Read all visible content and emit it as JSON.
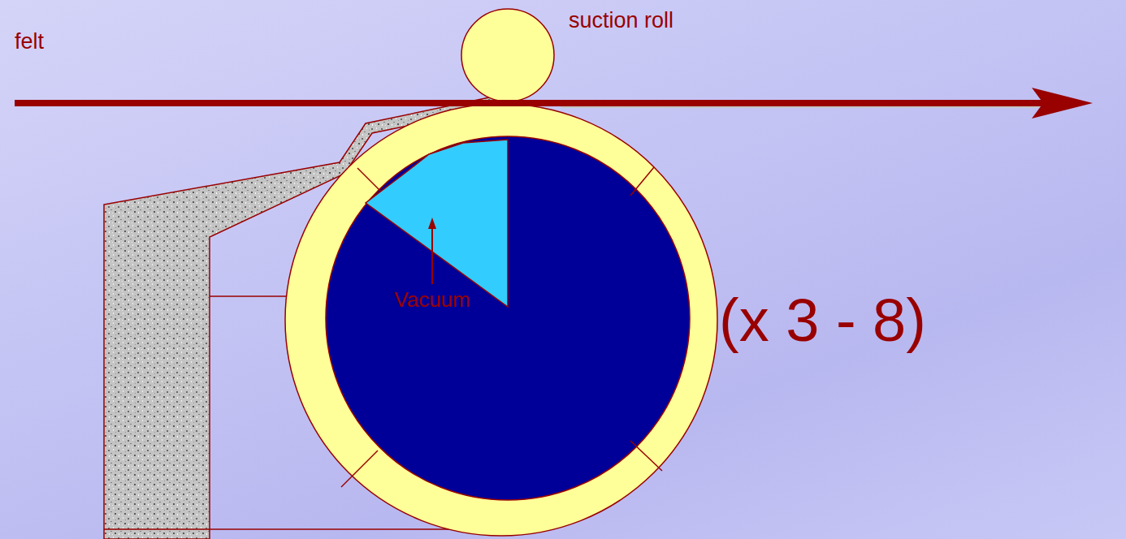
{
  "diagram": {
    "labels": [
      "felt",
      "suction roll",
      "Vacuum",
      "(x 3 - 8)"
    ]
  }
}
